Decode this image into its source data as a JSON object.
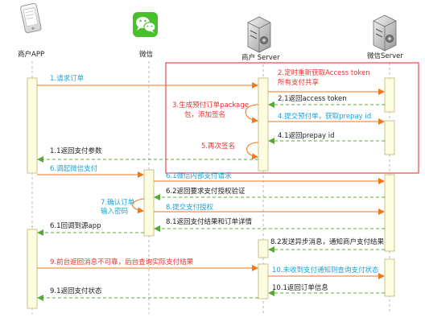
{
  "actors": {
    "app": "商户APP",
    "wechat": "微信",
    "merchant_server": "商户 Server",
    "wechat_server": "微信Server"
  },
  "messages": {
    "m1": "1.请求订单",
    "m2_line1": "2.定时重新获取Access token",
    "m2_line2": "所有支付共享",
    "m2_1": "2.1返回access token",
    "m3_line1": "3.生成预付订单package",
    "m3_line2": "包，添加签名",
    "m4": "4.提交预付单，获取prepay id",
    "m4_1": "4.1返回prepay id",
    "m5": "5.再次签名",
    "m1_1": "1.1返回支付参数",
    "m6": "6.调起微信支付",
    "m6_1a": "6.1微信内部支付请求",
    "m6_2": "6.2返回要求支付授权验证",
    "m7_line1": "7.确认订单",
    "m7_line2": "输入密码",
    "m8": "8.提交支付授权",
    "m8_1": "8.1返回支付结果和订单详情",
    "m6_1b": "6.1回调到源app",
    "m8_2": "8.2发送异步消息，通知商户支付结果",
    "m9": "9.前台返回消息不可靠，后台查询实际支付结果",
    "m10": "10.未收到支付通知则查询支付状态",
    "m10_1": "10.1返回订单信息",
    "m9_1": "9.1返回支付状态"
  },
  "colors": {
    "black": "#222222",
    "blue": "#1aa3d9",
    "red": "#e8342d",
    "green_dash": "#58a83a",
    "orange": "#f07a1a",
    "activation_fill": "#fdfbe0",
    "activation_stroke": "#c9c48a",
    "frame": "#d9232e",
    "wechat_green": "#47c02c"
  }
}
